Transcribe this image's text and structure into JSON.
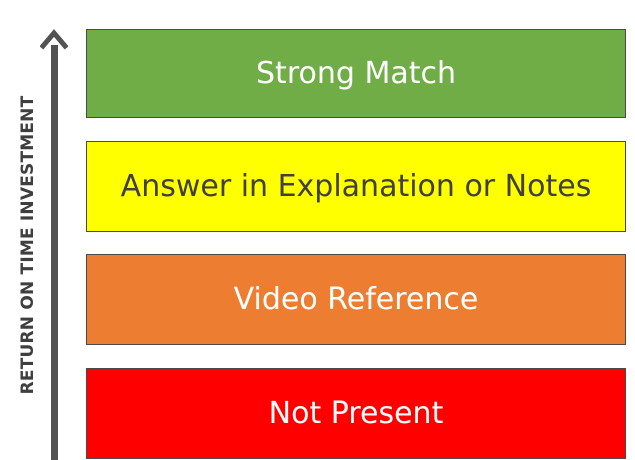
{
  "axis": {
    "label": "RETURN ON TIME INVESTMENT",
    "color": "#525252",
    "icon": "up-arrow-icon"
  },
  "tiers": [
    {
      "label": "Strong Match",
      "fill": "#70ad47",
      "text_color": "#ffffff"
    },
    {
      "label": "Answer in Explanation or Notes",
      "fill": "#ffff00",
      "text_color": "#404040"
    },
    {
      "label": "Video Reference",
      "fill": "#ed7d31",
      "text_color": "#ffffff"
    },
    {
      "label": "Not Present",
      "fill": "#ff0000",
      "text_color": "#ffffff"
    }
  ]
}
